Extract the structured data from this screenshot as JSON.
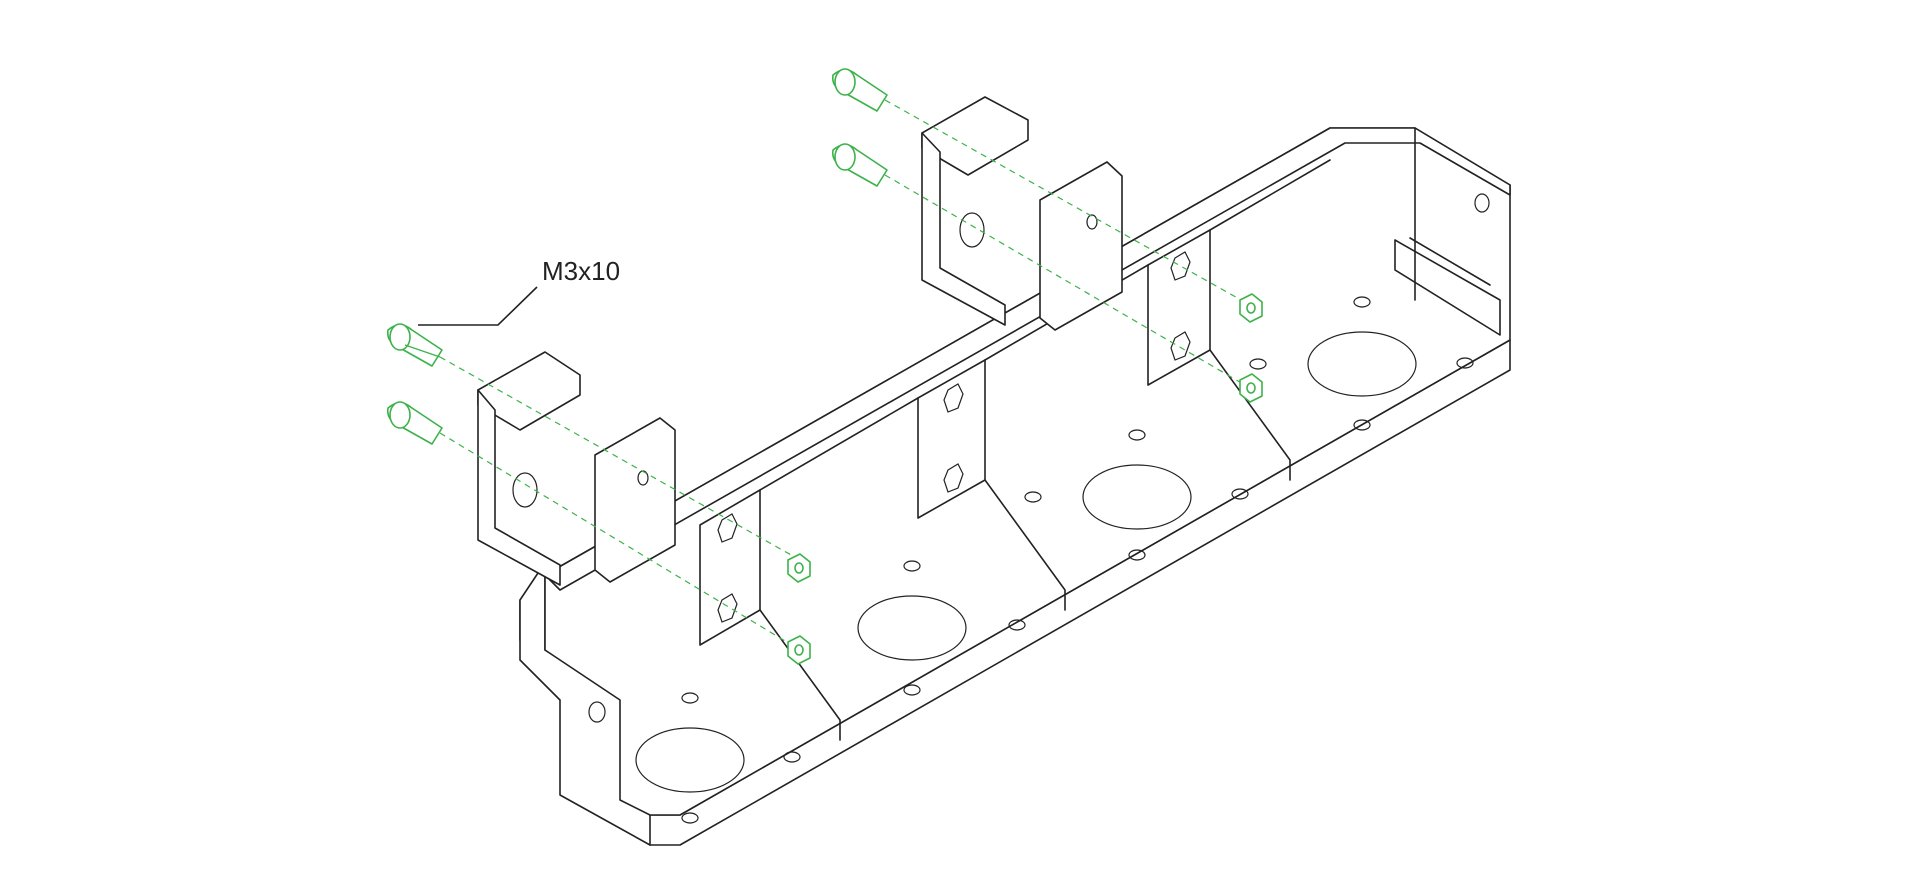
{
  "callout": {
    "label": "M3x10"
  },
  "colors": {
    "hardware": "#3cb24a",
    "outline": "#222222",
    "background": "#ffffff"
  },
  "parts": {
    "base": "motor-mount-base",
    "brackets": [
      "left-bracket",
      "right-bracket"
    ],
    "screws": 4,
    "nuts": 4
  }
}
